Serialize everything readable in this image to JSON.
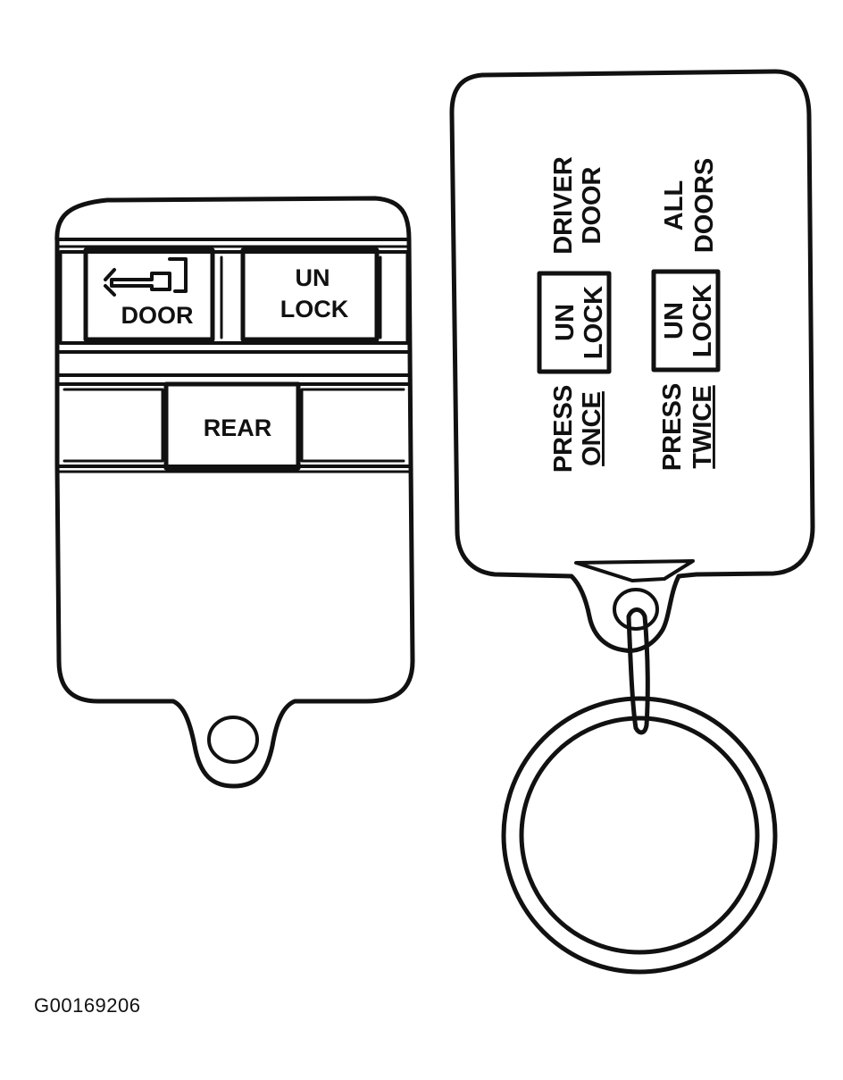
{
  "left_remote": {
    "door_button_label": "DOOR",
    "unlock_button_label_line1": "UN",
    "unlock_button_label_line2": "LOCK",
    "rear_button_label": "REAR"
  },
  "right_fob": {
    "driver_door_line1": "DRIVER",
    "driver_door_line2": "DOOR",
    "unlock_box1_line1": "UN",
    "unlock_box1_line2": "LOCK",
    "press_once_line1": "PRESS",
    "press_once_line2": "ONCE",
    "all_doors_line1": "ALL",
    "all_doors_line2": "DOORS",
    "unlock_box2_line1": "UN",
    "unlock_box2_line2": "LOCK",
    "press_twice_line1": "PRESS",
    "press_twice_line2": "TWICE"
  },
  "figure_id": "G00169206",
  "colors": {
    "ink": "#111111",
    "fill": "#ffffff"
  }
}
